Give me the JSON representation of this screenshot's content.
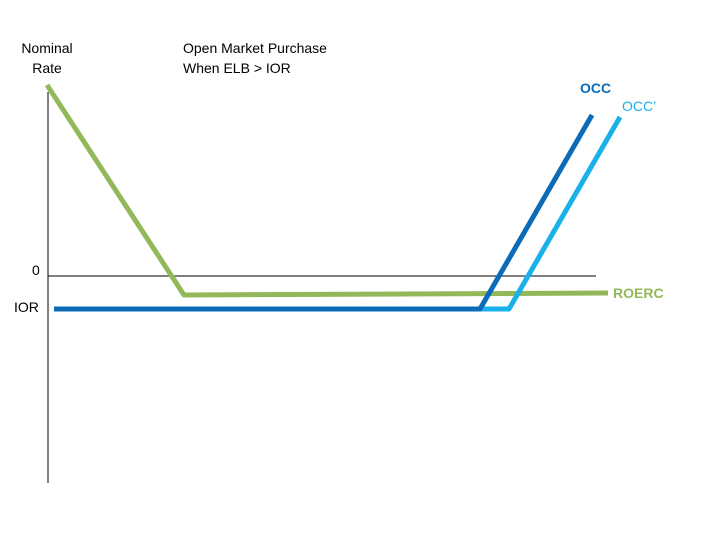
{
  "diagram": {
    "y_axis_label_line1": "Nominal",
    "y_axis_label_line2": "Rate",
    "title_line1": "Open Market Purchase",
    "title_line2": "When ELB > IOR",
    "tick_zero": "0",
    "tick_ior": "IOR",
    "curves": {
      "occ": {
        "label": "OCC",
        "color": "#0a6cb8"
      },
      "occ_prime": {
        "label": "OCC’",
        "color": "#1ab0ea"
      },
      "roerc": {
        "label": "ROERC",
        "color": "#93b85a"
      }
    },
    "axis_color": "#000000"
  }
}
